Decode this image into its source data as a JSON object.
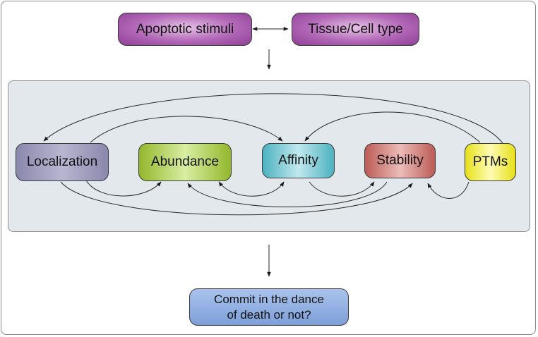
{
  "top": {
    "stimuli": "Apoptotic stimuli",
    "tissue": "Tissue/Cell type"
  },
  "regulation": {
    "nodes": [
      "Localization",
      "Abundance",
      "Affinity",
      "Stability",
      "PTMs"
    ]
  },
  "outcome": {
    "line1": "Commit in the dance",
    "line2": "of death or not?"
  },
  "colors": {
    "stimuli": "#a955b0",
    "localization": "#9b99bd",
    "abundance": "#b3d45c",
    "affinity": "#7ccdd8",
    "stability": "#d4837e",
    "ptms": "#f4ef50",
    "outcome": "#8fb0e2",
    "panel": "#e3e8ec"
  }
}
